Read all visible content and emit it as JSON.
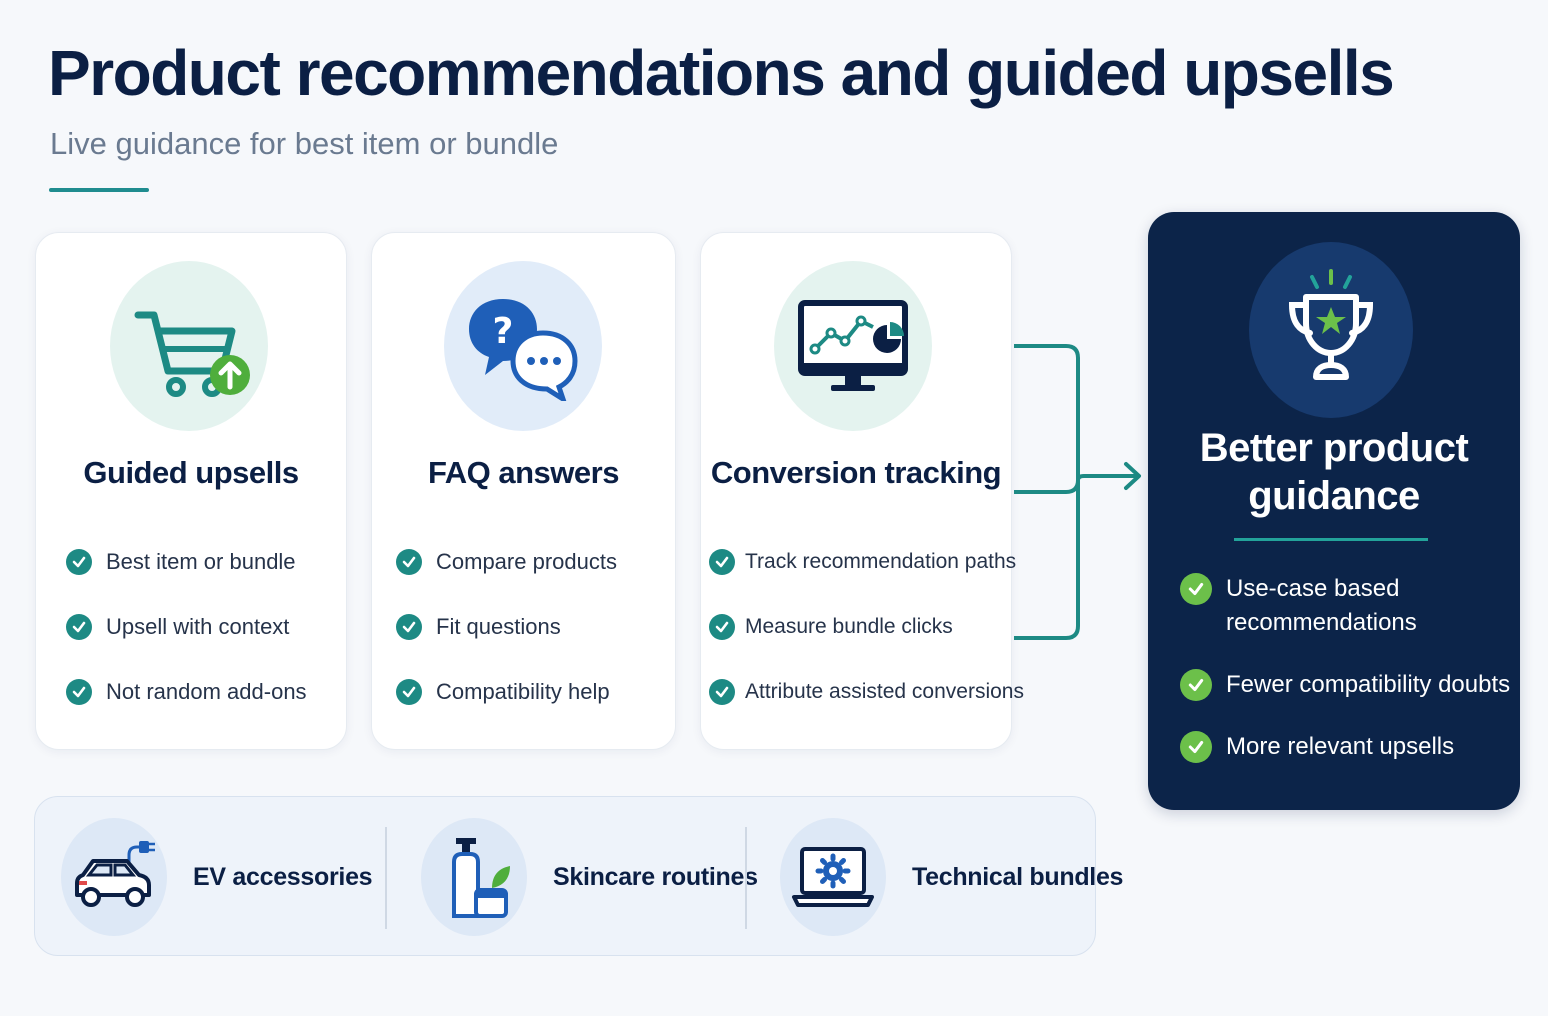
{
  "header": {
    "title": "Product recommendations and guided upsells",
    "subtitle": "Live guidance for best item or bundle"
  },
  "cards": [
    {
      "title": "Guided upsells",
      "icon": "shopping-cart-upsell-icon",
      "items": [
        "Best item or bundle",
        "Upsell with context",
        "Not random add-ons"
      ]
    },
    {
      "title": "FAQ answers",
      "icon": "chat-question-icon",
      "items": [
        "Compare products",
        "Fit questions",
        "Compatibility help"
      ]
    },
    {
      "title": "Conversion tracking",
      "icon": "monitor-analytics-icon",
      "items": [
        "Track recommendation paths",
        "Measure bundle clicks",
        "Attribute assisted conversions"
      ]
    }
  ],
  "result": {
    "title": "Better product guidance",
    "icon": "trophy-icon",
    "items": [
      "Use-case based recommendations",
      "Fewer compatibility doubts",
      "More relevant upsells"
    ]
  },
  "examples": [
    {
      "label": "EV accessories",
      "icon": "electric-car-icon"
    },
    {
      "label": "Skincare routines",
      "icon": "skincare-bottle-icon"
    },
    {
      "label": "Technical bundles",
      "icon": "laptop-gear-icon"
    }
  ],
  "colors": {
    "navy": "#0b1f44",
    "teal": "#1d8a84",
    "green": "#6cc04a",
    "blue": "#1f5fb8",
    "panel": "#0c2449"
  }
}
